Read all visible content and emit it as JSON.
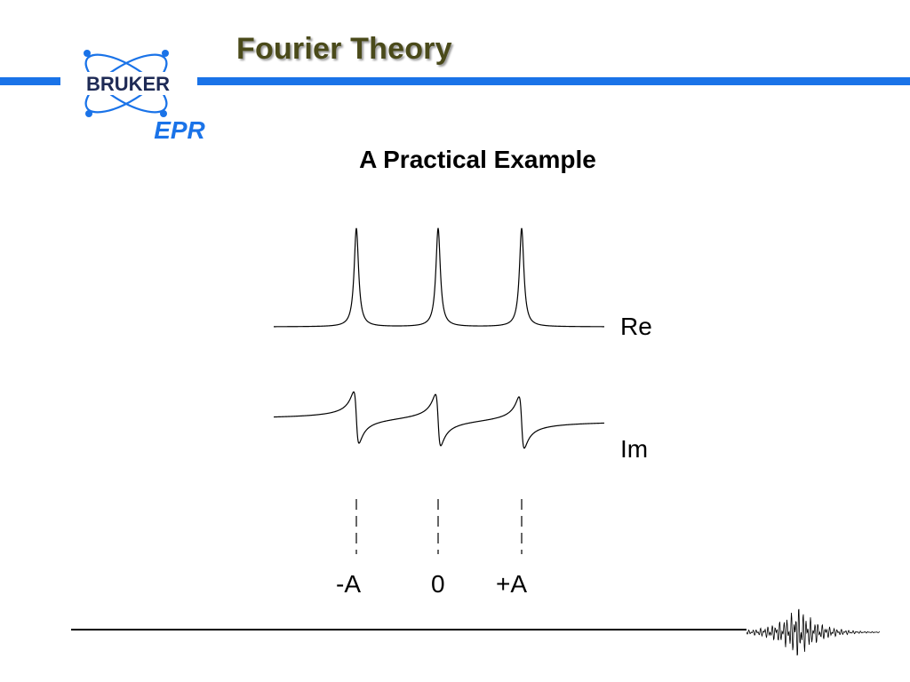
{
  "header": {
    "title": "Fourier Theory",
    "logo_text": "BRUKER",
    "logo_subtext": "EPR",
    "brand_color": "#1a73e8",
    "title_color": "#4a4a1a"
  },
  "main": {
    "subtitle": "A Practical Example"
  },
  "diagram": {
    "real_label": "Re",
    "imag_label": "Im",
    "positions": [
      {
        "label": "-A",
        "value": -1
      },
      {
        "label": "0",
        "value": 0
      },
      {
        "label": "+A",
        "value": 1
      }
    ]
  },
  "footer": {
    "icon": "fid-signal-icon"
  }
}
